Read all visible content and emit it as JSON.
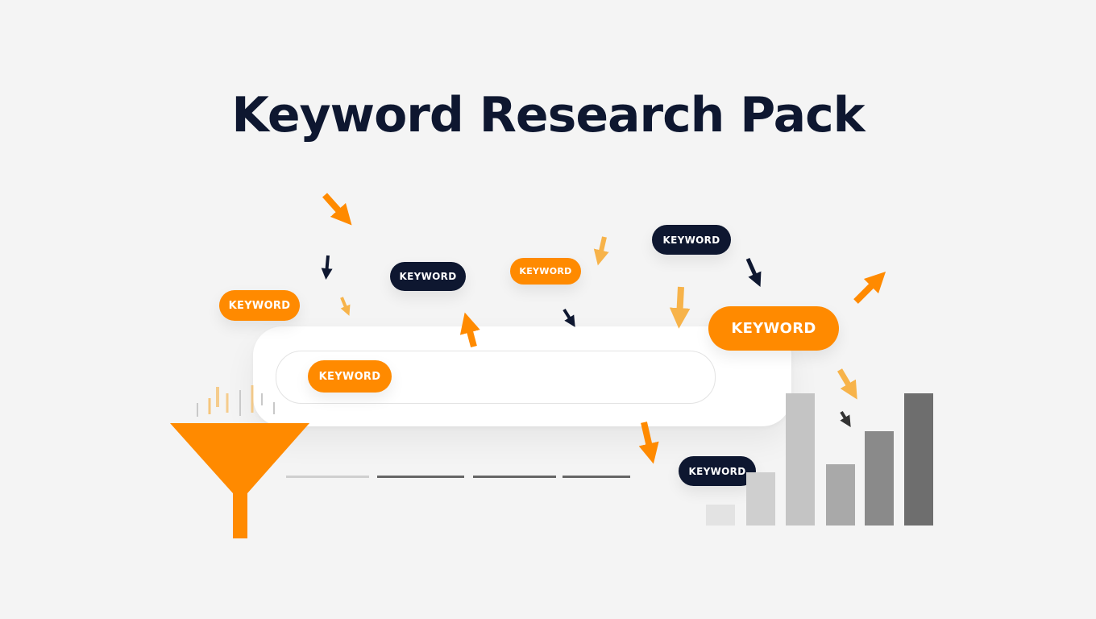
{
  "title": "Keyword Research Pack",
  "keyword_tags": [
    {
      "text": "KEYWORD"
    },
    {
      "text": "KEYWORD"
    },
    {
      "text": "KEYWORD"
    },
    {
      "text": "KEYWORD"
    },
    {
      "text": "KEYWORD"
    },
    {
      "text": "KEYWORD"
    },
    {
      "text": "KEYWORD"
    }
  ],
  "colors": {
    "navy": "#0e1730",
    "orange": "#ff8a00",
    "light_orange": "#f7b34a",
    "background": "#f4f4f4"
  },
  "icons": [
    "funnel-icon",
    "arrow-icon",
    "bar-chart-icon"
  ]
}
